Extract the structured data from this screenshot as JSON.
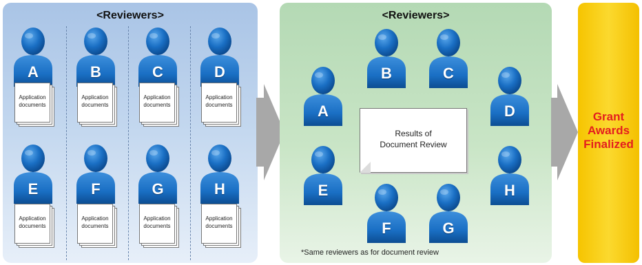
{
  "left_panel": {
    "title": "<Reviewers>",
    "document_label_line1": "Application",
    "document_label_line2": "documents",
    "reviewers": [
      "A",
      "B",
      "C",
      "D",
      "E",
      "F",
      "G",
      "H"
    ]
  },
  "middle_panel": {
    "title": "<Reviewers>",
    "results_line1": "Results of",
    "results_line2": "Document Review",
    "reviewers": [
      "A",
      "B",
      "C",
      "D",
      "E",
      "F",
      "G",
      "H"
    ],
    "footnote": "*Same reviewers as for document review"
  },
  "final_panel": {
    "line1": "Grant",
    "line2": "Awards",
    "line3": "Finalized"
  },
  "colors": {
    "person_blue": "#1a6fc4",
    "left_panel": "#b7cfec",
    "middle_panel": "#c3e2c0",
    "final_panel": "#f8cc10",
    "final_text": "#e41e1e",
    "arrow": "#a8a8a8"
  },
  "icons": {
    "reviewer": "person-icon",
    "documents": "document-stack-icon",
    "flow": "arrow-right-icon"
  }
}
